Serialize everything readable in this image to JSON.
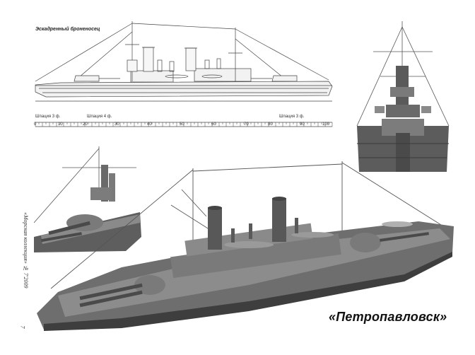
{
  "drawing": {
    "caption": "Эскадренный броненосец",
    "stations": [
      "Шпация 3 ф.",
      "Шпация 4 ф.",
      "Шпация 3 ф."
    ],
    "scale_ticks": [
      "0",
      "10",
      "20",
      "30",
      "40",
      "50",
      "60",
      "70",
      "80",
      "90",
      "100"
    ]
  },
  "margin": {
    "journal": "«Морская коллекция» № 7'2009",
    "page_number": "7"
  },
  "title": "«Петропавловск»",
  "colors": {
    "hull": "#6e6e6e",
    "hull_dark": "#3a3a3a",
    "deck": "#9a9a9a",
    "line_art": "#444444"
  }
}
